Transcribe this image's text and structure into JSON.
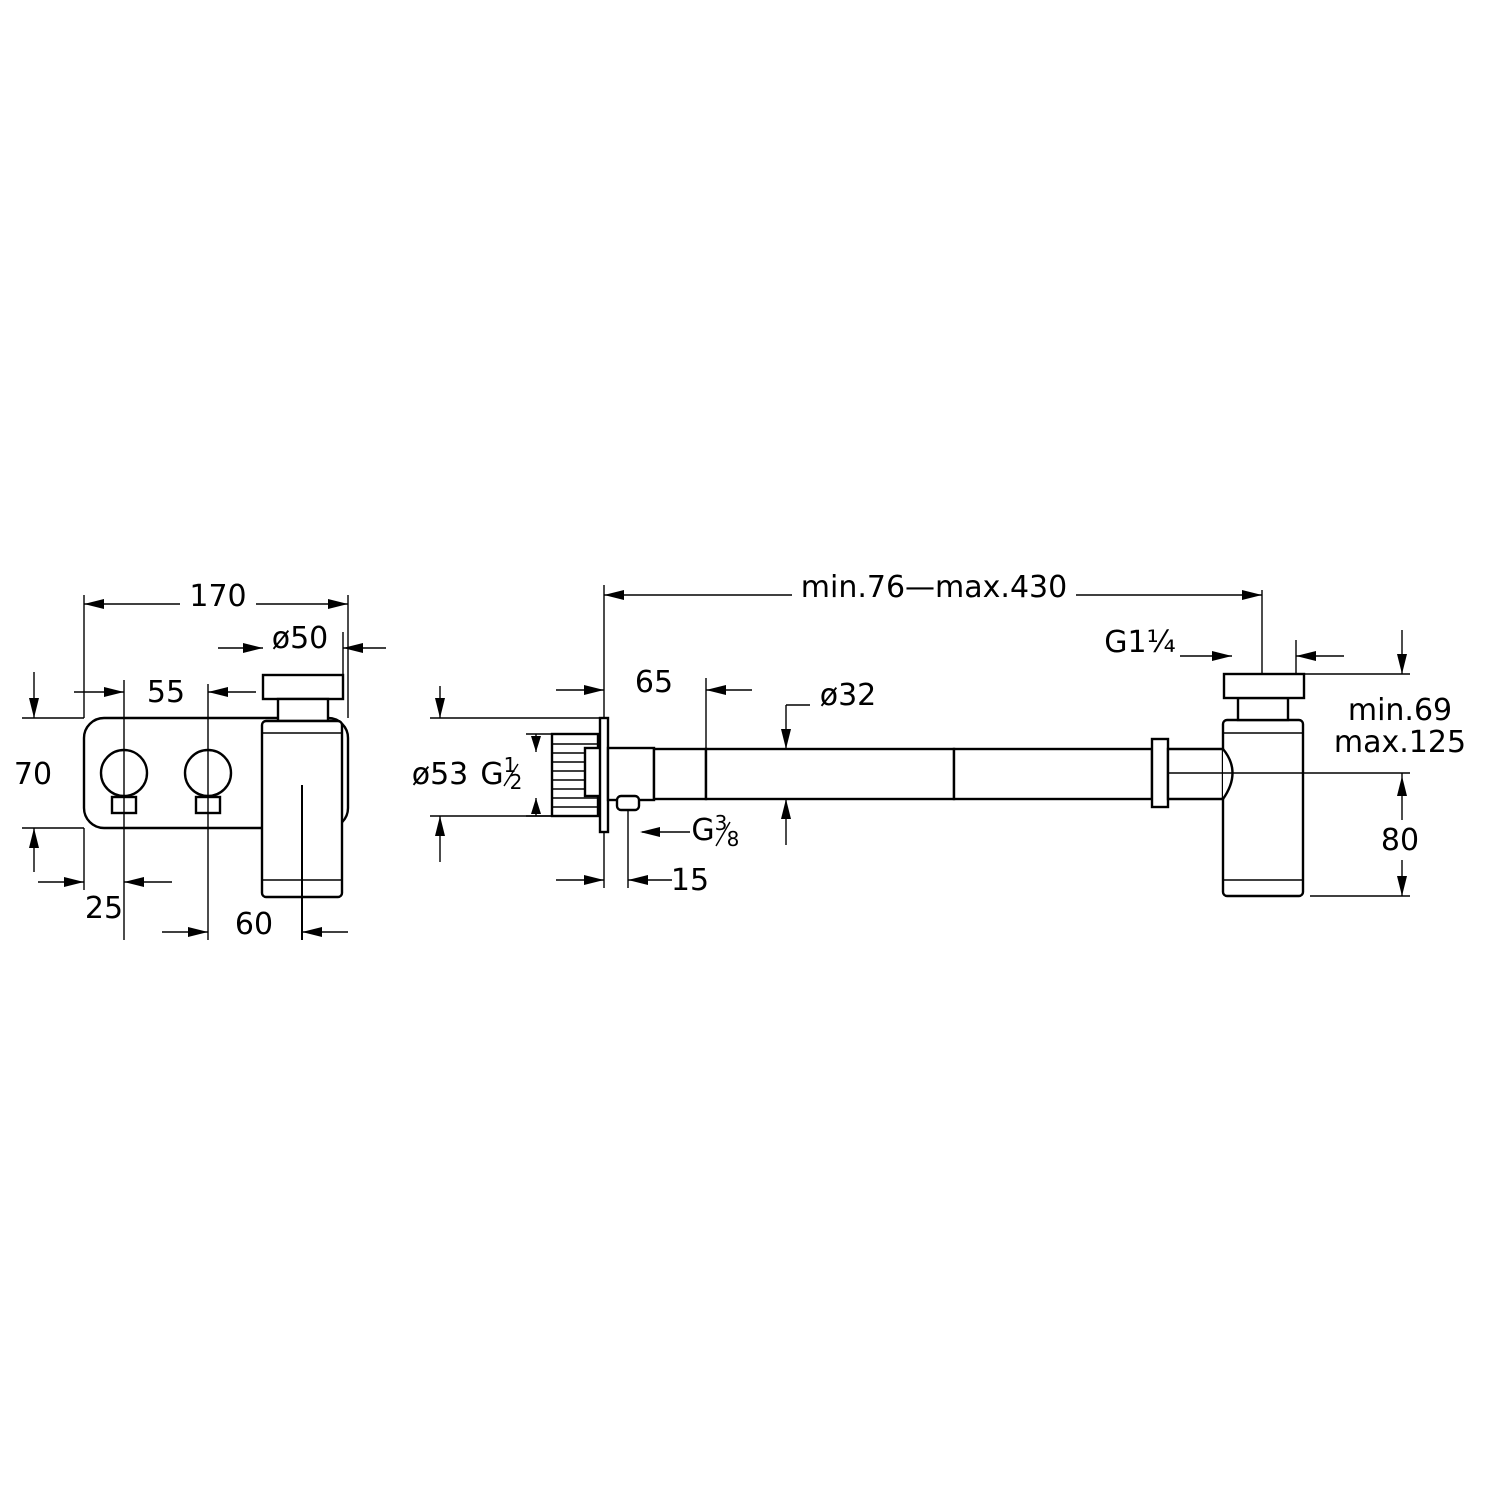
{
  "side_view": {
    "dim_overall_width": "170",
    "dim_outlet_diameter": "ø50",
    "dim_valve_spacing": "55",
    "dim_height": "70",
    "dim_left_offset": "25",
    "dim_body_width": "60"
  },
  "front_view": {
    "dim_adjustable_length": "min.76—max.430",
    "dim_outlet_thread": "G1¼",
    "dim_flange_depth": "65",
    "dim_pipe_diameter": "ø32",
    "dim_rosette_diameter": "ø53",
    "dim_inlet_thread_letter": "G",
    "dim_inlet_thread_num": "1",
    "dim_inlet_thread_den": "2",
    "dim_side_thread_letter": "G",
    "dim_side_thread_num": "3",
    "dim_side_thread_den": "8",
    "dim_side_offset": "15",
    "dim_height_range_min": "min.69",
    "dim_height_range_max": "max.125",
    "dim_centre_height": "80"
  },
  "colors": {
    "line": "#000000",
    "background": "#ffffff"
  }
}
